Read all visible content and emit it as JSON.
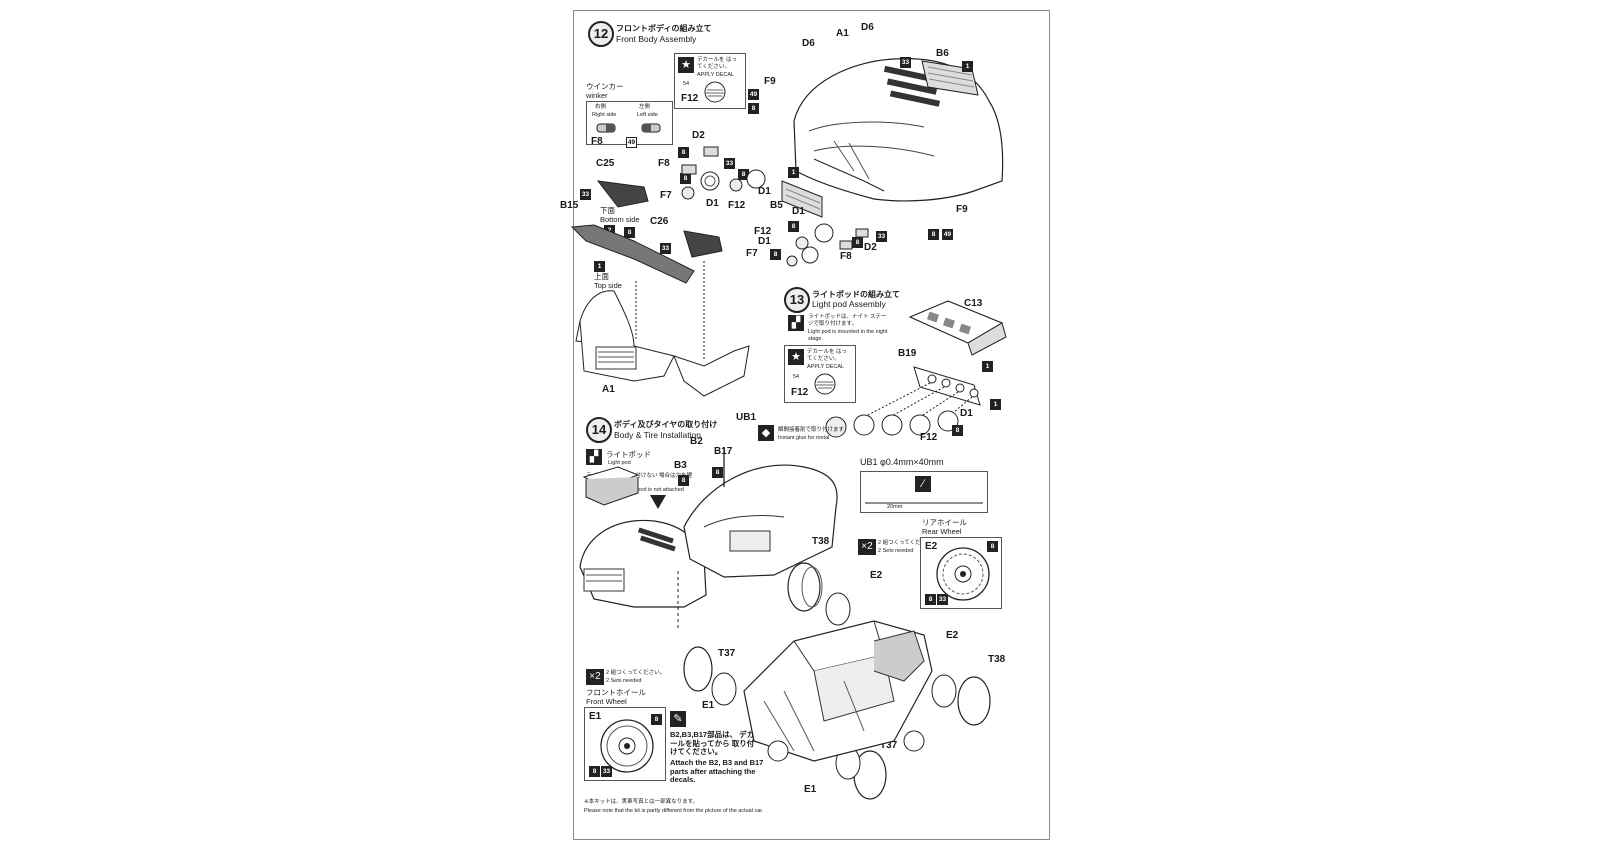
{
  "step12": {
    "number": "12",
    "title_jp": "フロントボディの組み立て",
    "title_en": "Front Body Assembly",
    "decal_note_jp": "デカールを はってください。",
    "decal_note_en": "APPLY DECAL",
    "decal_num": "54",
    "decal_part": "F12",
    "winker_jp": "ウインカー",
    "winker_en": "winker",
    "right_jp": "右側",
    "right_en": "Right side",
    "left_jp": "左側",
    "left_en": "Left side",
    "bottom_jp": "下面",
    "bottom_en": "Bottom side",
    "top_jp": "上面",
    "top_en": "Top side"
  },
  "step13": {
    "number": "13",
    "title_jp": "ライトポッドの組み立て",
    "title_en": "Light pod Assembly",
    "note_jp": "ライトポッドは、ナイト ステージで取り付けます。",
    "note_en": "Light pod is mounted in the night stage.",
    "decal_note_jp": "デカールを はってください。",
    "decal_note_en": "APPLY DECAL",
    "decal_num": "54",
    "decal_part": "F12"
  },
  "step14": {
    "number": "14",
    "title_jp": "ボディ及びタイヤの取り付け",
    "title_en": "Body & Tire Installation",
    "glue_jp": "瞬間接着剤で取り付けます",
    "glue_en": "Instant glue for metal",
    "pod_jp": "ライトポッド",
    "pod_en": "Light pod",
    "fill_jp": "ライトポッドを取り付けない 場合は穴を埋めてください。",
    "fill_en": "Fill in the hole if light pod is not attached",
    "ub1_spec": "UB1  φ0.4mm×40mm",
    "ub1_len": "20mm",
    "rear_wheel_jp": "リアホイール",
    "rear_wheel_en": "Rear Wheel",
    "front_wheel_jp": "フロントホイール",
    "front_wheel_en": "Front Wheel",
    "x2": "×2",
    "sets_jp": "2 組つくってください。",
    "sets_en": "2 Sets needed",
    "attach_jp": "B2,B3,B17部品は、 デカールを貼ってから 取り付けてください。",
    "attach_en": "Attach the B2, B3 and B17 parts after attaching the decals."
  },
  "footer": {
    "jp": "※本キットは、実車写真とは一部異なります。",
    "en": "Please note that the kit is partly different from the picture of the actual car."
  },
  "parts": {
    "A1": "A1",
    "D6": "D6",
    "B6": "B6",
    "F9": "F9",
    "D2": "D2",
    "F8": "F8",
    "F7": "F7",
    "D1": "D1",
    "F12": "F12",
    "B5": "B5",
    "C25": "C25",
    "C26": "C26",
    "B15": "B15",
    "C13": "C13",
    "B19": "B19",
    "UB1": "UB1",
    "B2": "B2",
    "B17": "B17",
    "B3": "B3",
    "T38": "T38",
    "E2": "E2",
    "T37": "T37",
    "E1": "E1"
  },
  "colors": {
    "1": "1",
    "2": "2",
    "8": "8",
    "33": "33",
    "49": "49"
  }
}
